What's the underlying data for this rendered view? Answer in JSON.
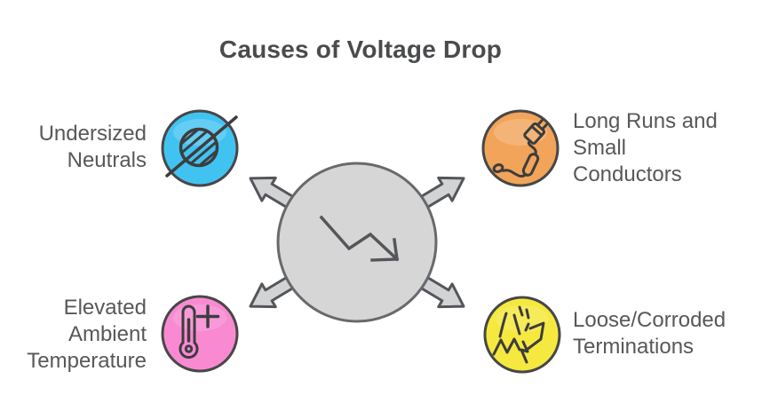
{
  "title": "Causes of Voltage Drop",
  "colors": {
    "background": "#ffffff",
    "title_text": "#4a4b4d",
    "label_text": "#58585a",
    "icon_outline": "#474747",
    "icon_doodle": "#3d3d3d",
    "center_fill": "#d6d6d7",
    "center_stroke": "#67696c",
    "arrow_fill": "#d2d3d4",
    "arrow_stroke": "#54565a"
  },
  "center": {
    "icon": "voltage-drop-zigzag-arrow-icon"
  },
  "items": [
    {
      "id": "undersized-neutrals",
      "label": "Undersized Neutrals",
      "lines": [
        "Undersized",
        "Neutrals"
      ],
      "icon": "slashed-circle-icon",
      "color": "#41c3f2"
    },
    {
      "id": "long-runs-small-conductors",
      "label": "Long Runs and Small Conductors",
      "lines": [
        "Long Runs and",
        "Small",
        "Conductors"
      ],
      "icon": "plug-cable-icon",
      "color": "#f2a45a"
    },
    {
      "id": "elevated-ambient-temperature",
      "label": "Elevated Ambient Temperature",
      "lines": [
        "Elevated",
        "Ambient",
        "Temperature"
      ],
      "icon": "thermometer-plus-icon",
      "color": "#f98ad2"
    },
    {
      "id": "loose-corroded-terminations",
      "label": "Loose/Corroded Terminations",
      "lines": [
        "Loose/Corroded",
        "Terminations"
      ],
      "icon": "spark-crack-icon",
      "color": "#f5e93f"
    }
  ]
}
